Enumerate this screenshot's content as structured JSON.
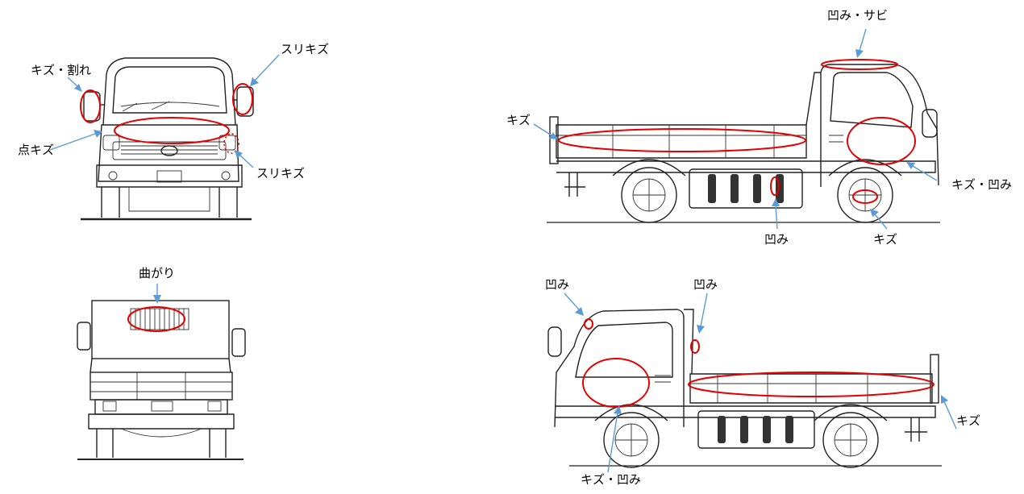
{
  "views": {
    "front": {
      "labels": [
        "キズ・割れ",
        "スリキズ",
        "点キズ",
        "スリキズ"
      ]
    },
    "side_right": {
      "labels": [
        "凹み・サビ",
        "キズ",
        "キズ・凹み",
        "凹み",
        "キズ"
      ]
    },
    "rear": {
      "labels": [
        "曲がり"
      ]
    },
    "side_left": {
      "labels": [
        "凹み",
        "凹み",
        "キズ",
        "キズ・凹み"
      ]
    }
  },
  "colors": {
    "damage_mark": "#e30000",
    "arrow": "#5b9bd5",
    "line_art": "#222222"
  }
}
